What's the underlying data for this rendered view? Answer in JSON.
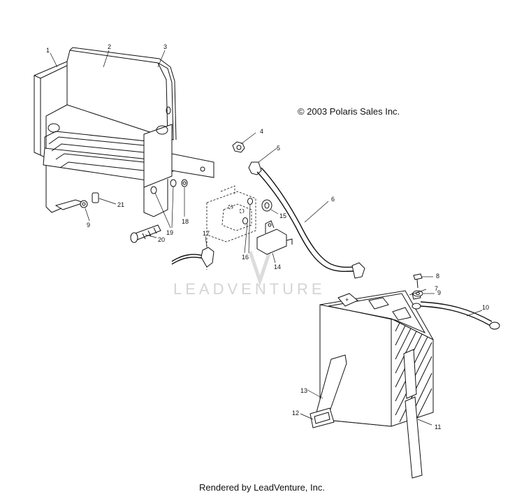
{
  "copyright": "© 2003 Polaris Sales Inc.",
  "footer": "Rendered by LeadVenture, Inc.",
  "watermark": "LEADVENTURE",
  "callouts": [
    {
      "id": "c1",
      "label": "1"
    },
    {
      "id": "c2",
      "label": "2"
    },
    {
      "id": "c3",
      "label": "3"
    },
    {
      "id": "c4",
      "label": "4"
    },
    {
      "id": "c5",
      "label": "5"
    },
    {
      "id": "c6",
      "label": "6"
    },
    {
      "id": "c7",
      "label": "7"
    },
    {
      "id": "c8",
      "label": "8"
    },
    {
      "id": "c9a",
      "label": "9"
    },
    {
      "id": "c9b",
      "label": "9"
    },
    {
      "id": "c10",
      "label": "10"
    },
    {
      "id": "c11",
      "label": "11"
    },
    {
      "id": "c12",
      "label": "12"
    },
    {
      "id": "c13",
      "label": "13"
    },
    {
      "id": "c14",
      "label": "14"
    },
    {
      "id": "c15",
      "label": "15"
    },
    {
      "id": "c16",
      "label": "16"
    },
    {
      "id": "c17",
      "label": "17"
    },
    {
      "id": "c18",
      "label": "18"
    },
    {
      "id": "c19",
      "label": "19"
    },
    {
      "id": "c20",
      "label": "20"
    },
    {
      "id": "c21",
      "label": "21"
    }
  ]
}
